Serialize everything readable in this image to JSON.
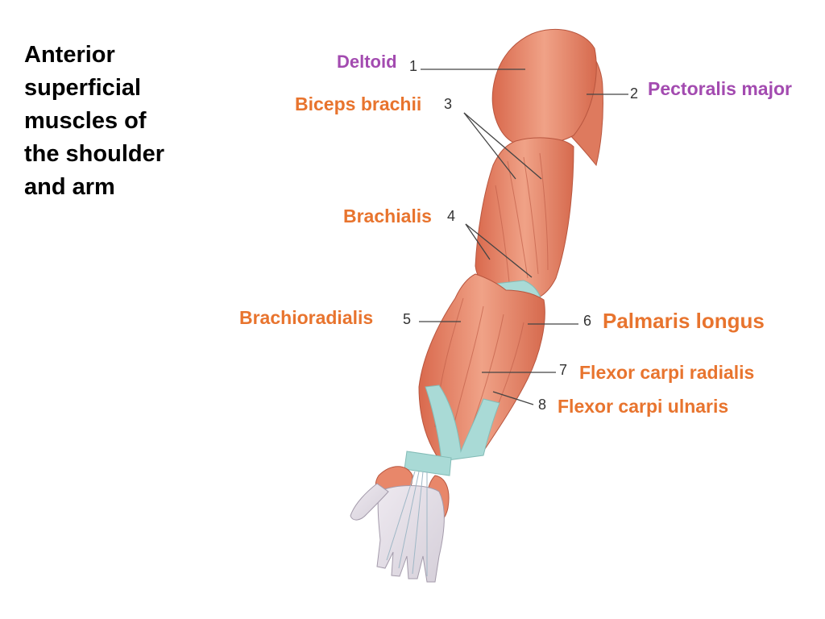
{
  "title": {
    "lines": [
      "Anterior",
      "superficial",
      "muscles of",
      "the shoulder",
      "and arm"
    ]
  },
  "colors": {
    "purple_label": "#a34bb0",
    "orange_label": "#e8742e",
    "muscle": "#e8876a",
    "muscle_dark": "#c85f46",
    "tendon": "#a9dad6",
    "hand": "#e9e4ea",
    "leader": "#444444"
  },
  "labels": [
    {
      "id": "deltoid",
      "number": "1",
      "name": "Deltoid",
      "color": "purple"
    },
    {
      "id": "pectoralis-major",
      "number": "2",
      "name": "Pectoralis major",
      "color": "purple"
    },
    {
      "id": "biceps-brachii",
      "number": "3",
      "name": "Biceps brachii",
      "color": "orange"
    },
    {
      "id": "brachialis",
      "number": "4",
      "name": "Brachialis",
      "color": "orange"
    },
    {
      "id": "brachioradialis",
      "number": "5",
      "name": "Brachioradialis",
      "color": "orange"
    },
    {
      "id": "palmaris-longus",
      "number": "6",
      "name": "Palmaris longus",
      "color": "orange"
    },
    {
      "id": "flexor-carpi-radialis",
      "number": "7",
      "name": "Flexor carpi radialis",
      "color": "orange"
    },
    {
      "id": "flexor-carpi-ulnaris",
      "number": "8",
      "name": "Flexor carpi ulnaris",
      "color": "orange"
    }
  ]
}
